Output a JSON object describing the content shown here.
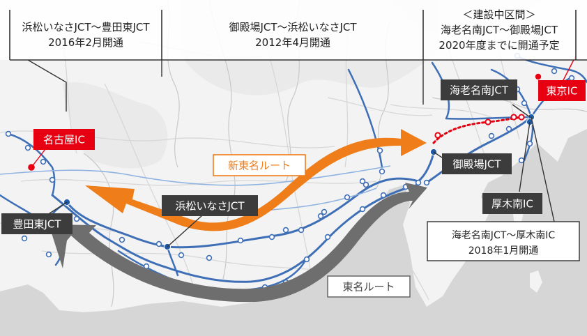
{
  "colors": {
    "sea": "#d6d6d6",
    "land": "#f3f3f3",
    "terrain": "#e1e1e1",
    "prefecture_border": "#c8c8c8",
    "minor_road": "#d7d7d7",
    "expressway": "#3e6fb6",
    "expressway_light": "#8fb3e1",
    "station_fill": "#ffffff",
    "junction_fill": "#1f5aa6",
    "shin_tomei_arrow": "#ee7d1a",
    "tomei_arrow": "#6e6e6e",
    "label_dark": "#3c3c3c",
    "label_red": "#e60012",
    "construction_red": "#e60012",
    "header_rule": "#333333",
    "header_bg": "#ffffff",
    "leader_line": "#333333"
  },
  "header": {
    "segments": [
      {
        "name": "浜松いなさJCT〜豊田東JCT",
        "opened": "2016年2月開通"
      },
      {
        "name": "御殿場JCT〜浜松いなさJCT",
        "opened": "2012年4月開通"
      },
      {
        "tag": "＜建設中区間＞",
        "name": "海老名南JCT〜御殿場JCT",
        "opened": "2020年度までに開通予定"
      }
    ]
  },
  "labels": {
    "ebina_minami_jct": "海老名南JCT",
    "tokyo_ic": "東京IC",
    "nagoya_ic": "名古屋IC",
    "gotemba_jct": "御殿場JCT",
    "atsugi_minami_ic": "厚木南IC",
    "hamamatsu_inasa_jct": "浜松いなさJCT",
    "toyota_higashi_jct": "豊田東JCT",
    "shin_tomei_route": "新東名ルート",
    "tomei_route": "東名ルート",
    "ebina_atsugi_callout": {
      "line1": "海老名南JCT〜厚木南IC",
      "line2": "2018年1月開通"
    }
  }
}
